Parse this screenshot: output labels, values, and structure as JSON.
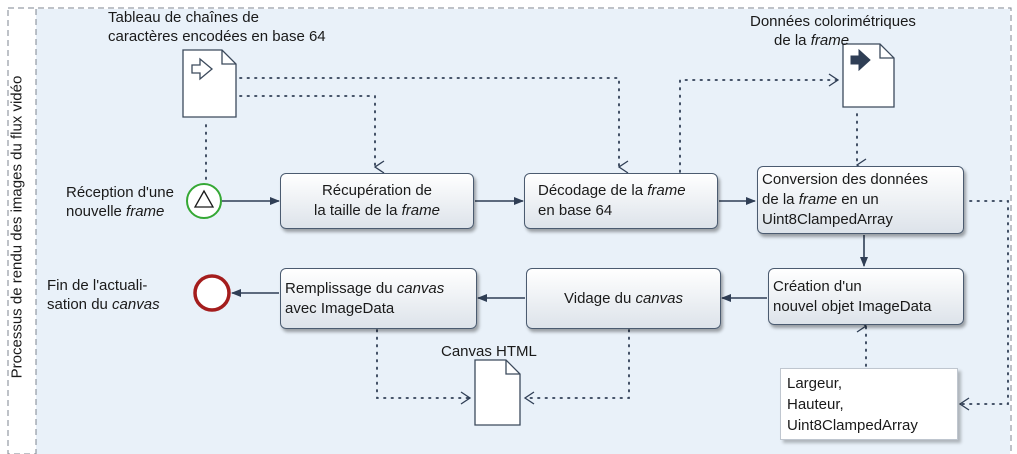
{
  "pool_label": "Processus de rendu des images du flux vidéo",
  "data_objects": {
    "base64_array": [
      "Tableau de chaînes de",
      "caractères encodées en base 64"
    ],
    "color_data": [
      "Données colorimétriques",
      "de la ",
      "frame"
    ],
    "canvas_html": "Canvas HTML"
  },
  "events": {
    "start": [
      "Réception d'une",
      "nouvelle ",
      "frame"
    ],
    "end": [
      "Fin de l'actuali-",
      "sation du ",
      "canvas"
    ]
  },
  "tasks": {
    "recuperation": [
      "Récupération de",
      "la taille de la ",
      "frame"
    ],
    "decodage": [
      "Décodage de la ",
      "frame",
      "en base 64"
    ],
    "conversion": [
      "Conversion des données",
      "de la ",
      "frame",
      " en un",
      "Uint8ClampedArray"
    ],
    "creation": [
      "Création d'un",
      "nouvel objet ImageData"
    ],
    "vidage": [
      "Vidage du ",
      "canvas"
    ],
    "remplissage": [
      "Remplissage du ",
      "canvas",
      "avec ImageData"
    ]
  },
  "annotation": [
    "Largeur,",
    "Hauteur,",
    "Uint8ClampedArray"
  ],
  "colors": {
    "pool_background": "#e9f1f9",
    "start_event": "#35a835",
    "end_event": "#a41d1d",
    "flow": "#2f3e55",
    "task_border": "#4b5b70"
  }
}
